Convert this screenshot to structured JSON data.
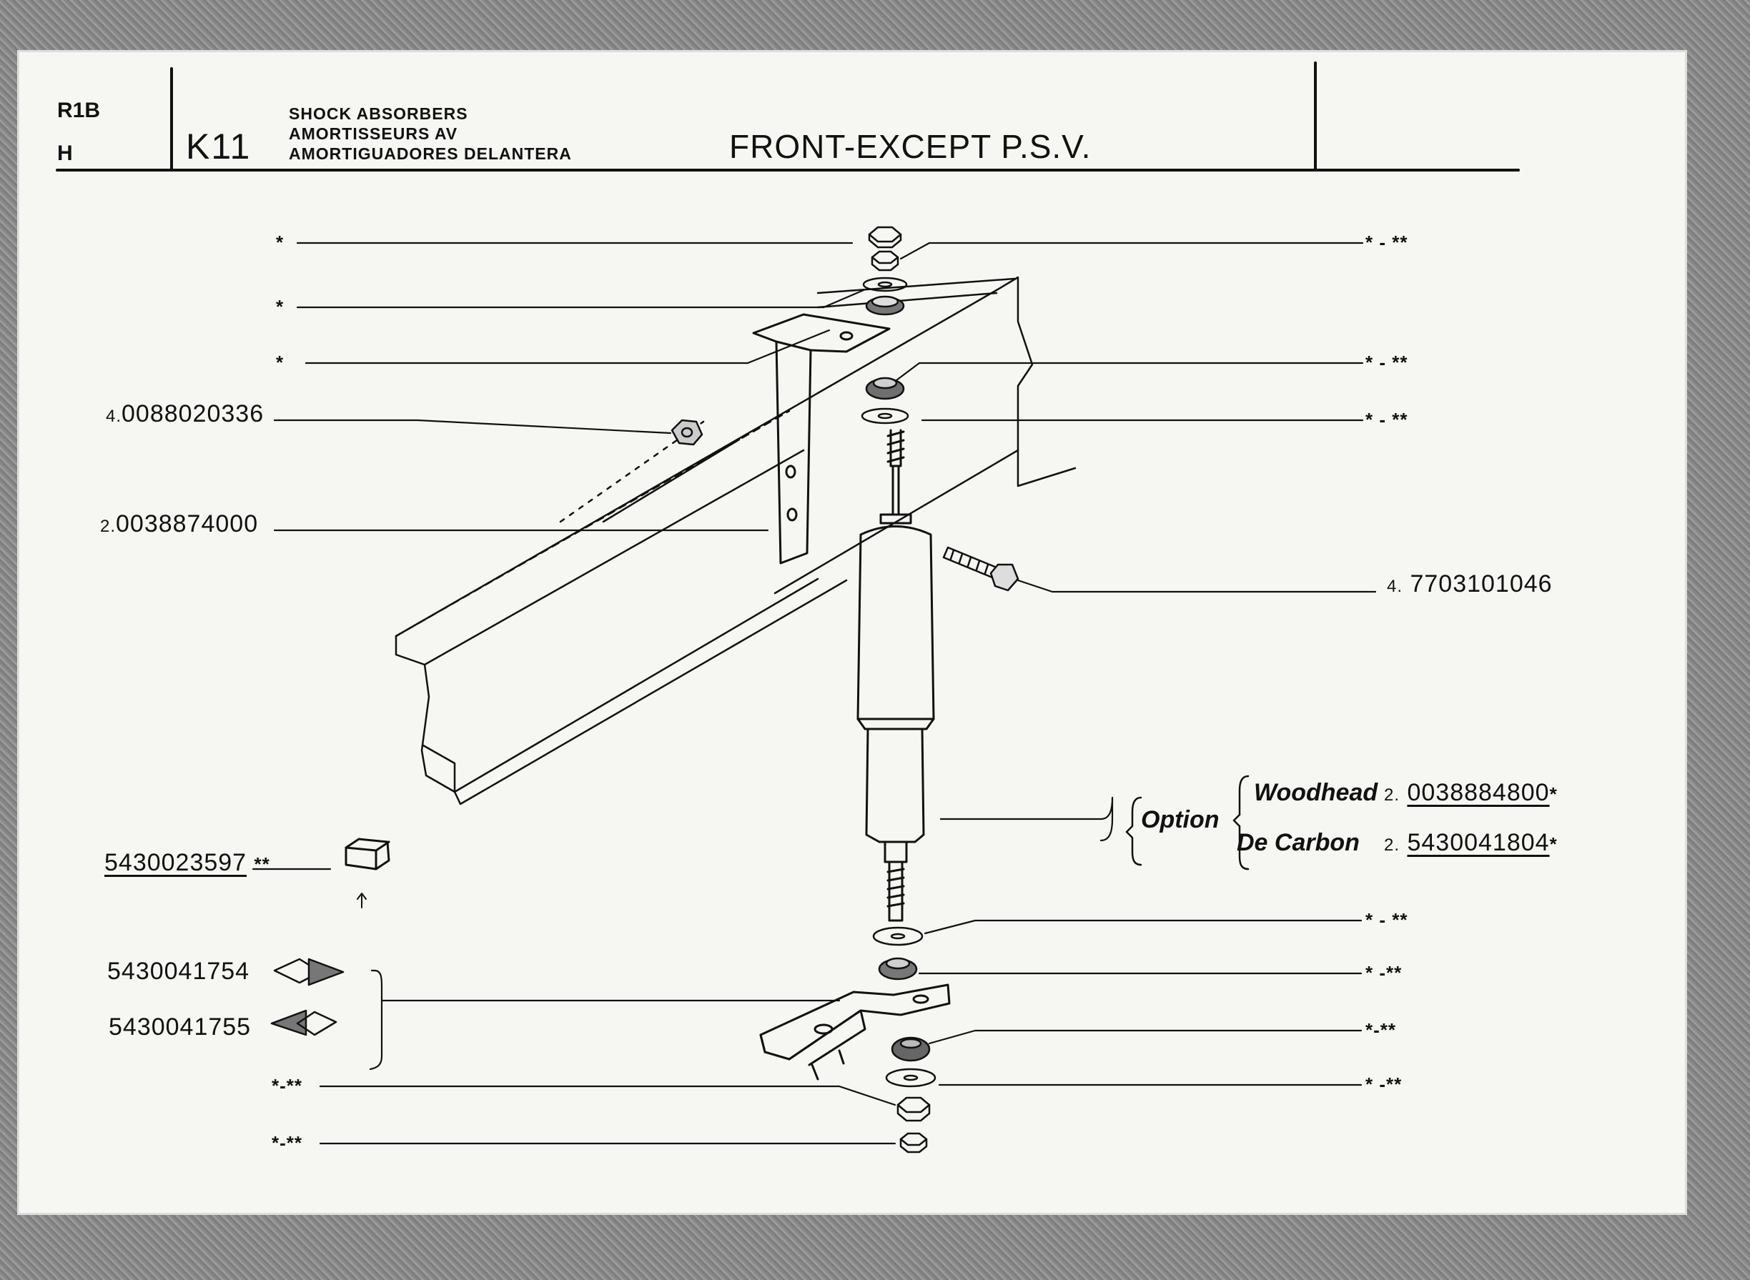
{
  "header": {
    "model": "R1B",
    "variant": "H",
    "section_code": "K11",
    "description_lines": [
      "SHOCK ABSORBERS",
      "AMORTISSEURS AV",
      "AMORTIGUADORES DELANTERA"
    ],
    "title": "FRONT-EXCEPT P.S.V."
  },
  "parts": [
    {
      "qty": "4.",
      "number": "0088020336"
    },
    {
      "qty": "2.",
      "number": "0038874000"
    },
    {
      "qty": "4.",
      "number": "7703101046"
    },
    {
      "number": "5430023597",
      "mark": "**"
    },
    {
      "number": "5430041754"
    },
    {
      "number": "5430041755"
    }
  ],
  "option": {
    "label": "Option",
    "choices": [
      {
        "maker": "Woodhead",
        "qty": "2.",
        "number": "0038884800",
        "mark": "*"
      },
      {
        "maker": "De Carbon",
        "qty": "2.",
        "number": "5430041804",
        "mark": "*"
      }
    ]
  },
  "markers": {
    "left": [
      "*",
      "*",
      "*",
      "*-**",
      "*-**"
    ],
    "right": [
      "* - **",
      "* - **",
      "* - **",
      "* - **",
      "* -**",
      "*-**",
      "* -**"
    ]
  }
}
